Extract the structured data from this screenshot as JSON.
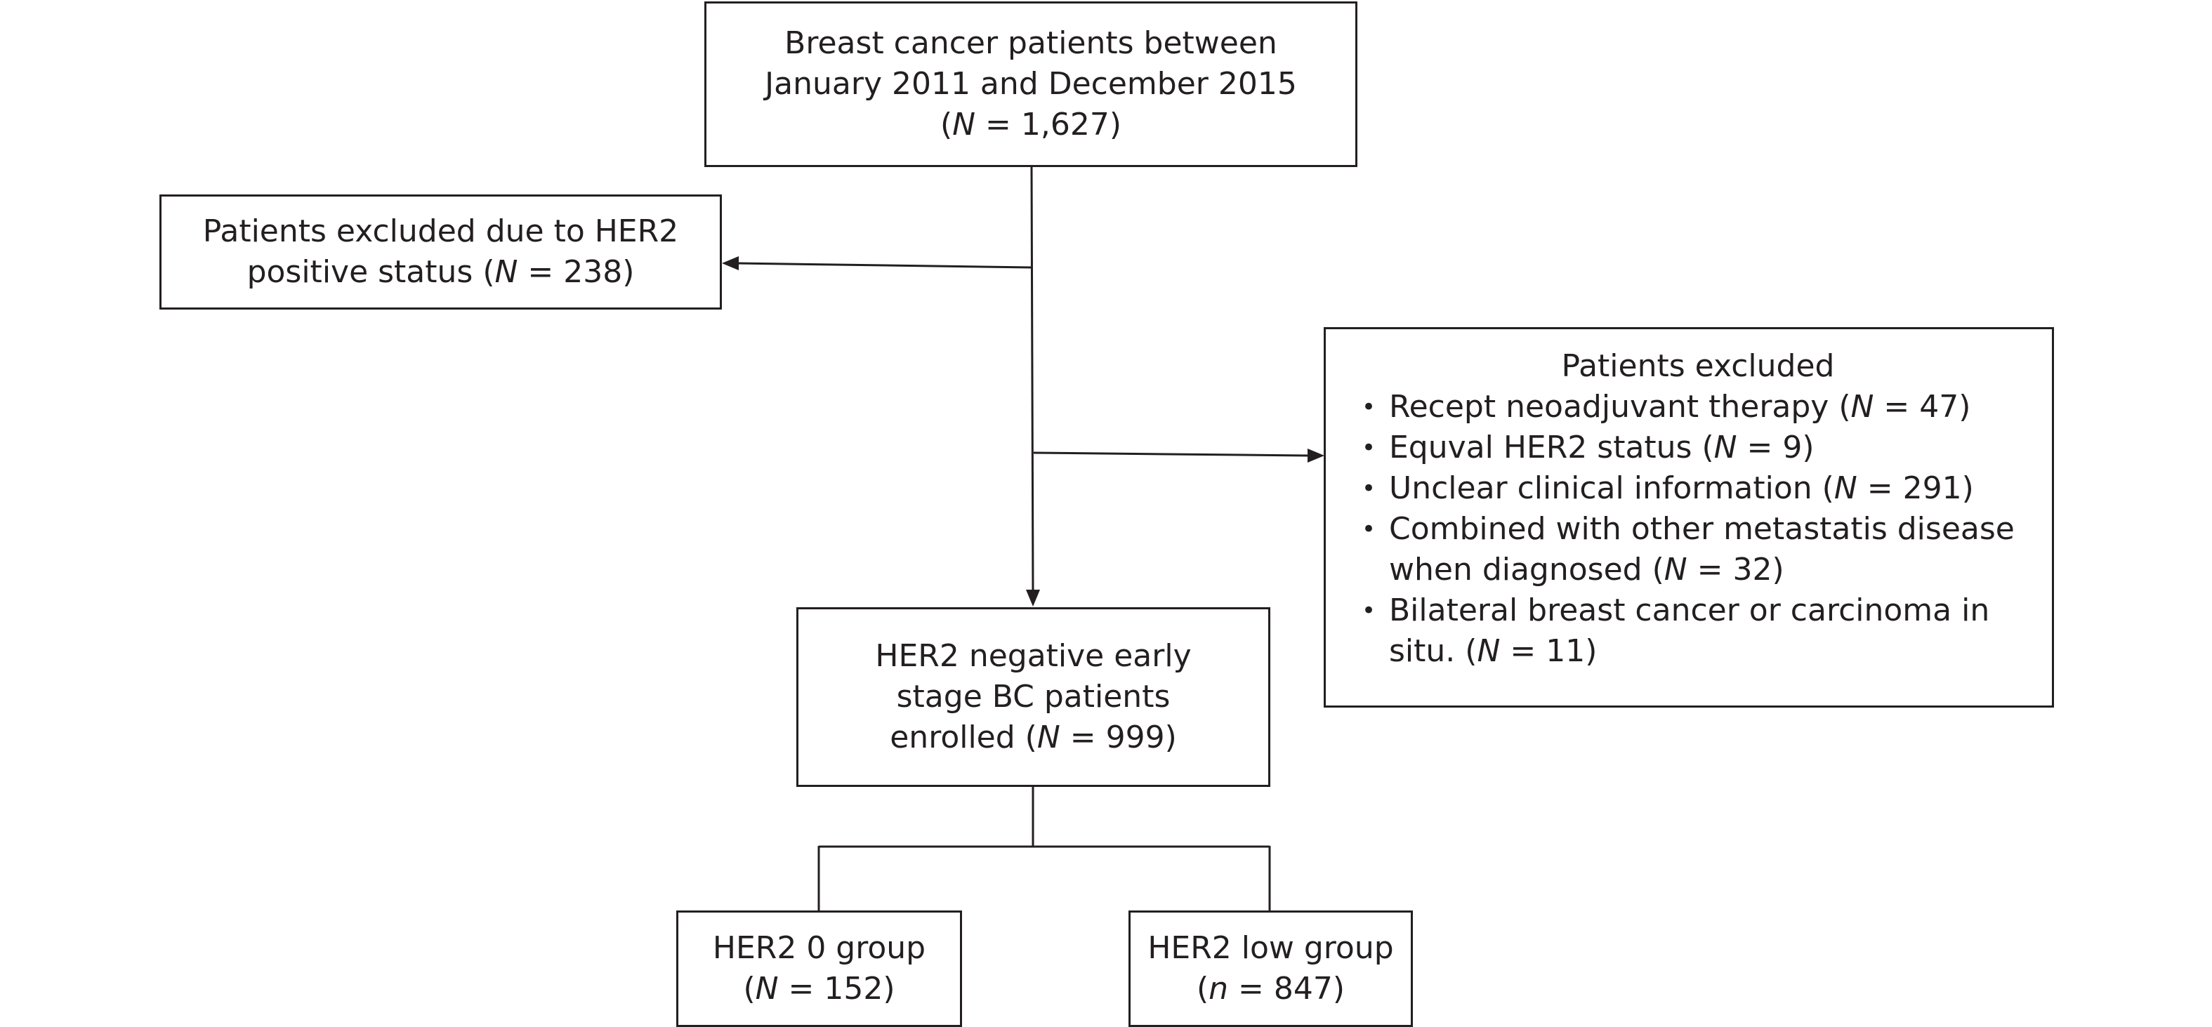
{
  "source": {
    "line1": "Breast cancer patients between",
    "line2": "January 2011 and December 2015",
    "count_var": "N",
    "count_rest": " = 1,627)"
  },
  "her2_positive": {
    "line1": "Patients excluded due to HER2",
    "line2_prefix": "positive status (",
    "count_var": "N",
    "count_rest": " = 238)"
  },
  "excluded": {
    "title": "Patients excluded",
    "items": [
      {
        "text_lines": [
          "Recept neoadjuvant therapy ("
        ],
        "var": "N",
        "rest": " = 47)"
      },
      {
        "text_lines": [
          "Equval HER2 status ("
        ],
        "var": "N",
        "rest": " = 9)"
      },
      {
        "text_lines": [
          "Unclear clinical information ("
        ],
        "var": "N",
        "rest": " = 291)"
      },
      {
        "text_lines": [
          "Combined with other metastatis disease",
          "when diagnosed ("
        ],
        "var": "N",
        "rest": " = 32)"
      },
      {
        "text_lines": [
          "Bilateral breast cancer or carcinoma in",
          "situ. ("
        ],
        "var": "N",
        "rest": " = 11)"
      }
    ]
  },
  "enrolled": {
    "line1": "HER2 negative early",
    "line2": "stage BC patients",
    "line3_prefix": "enrolled (",
    "count_var": "N",
    "count_rest": " = 999)"
  },
  "her2_zero": {
    "line1": "HER2 0 group",
    "count_var": "N",
    "count_rest": " = 152)"
  },
  "her2_low": {
    "line1": "HER2 low group",
    "count_var": "n",
    "count_rest": " = 847)"
  },
  "colors": {
    "stroke": "#231f20",
    "background": "#ffffff"
  }
}
